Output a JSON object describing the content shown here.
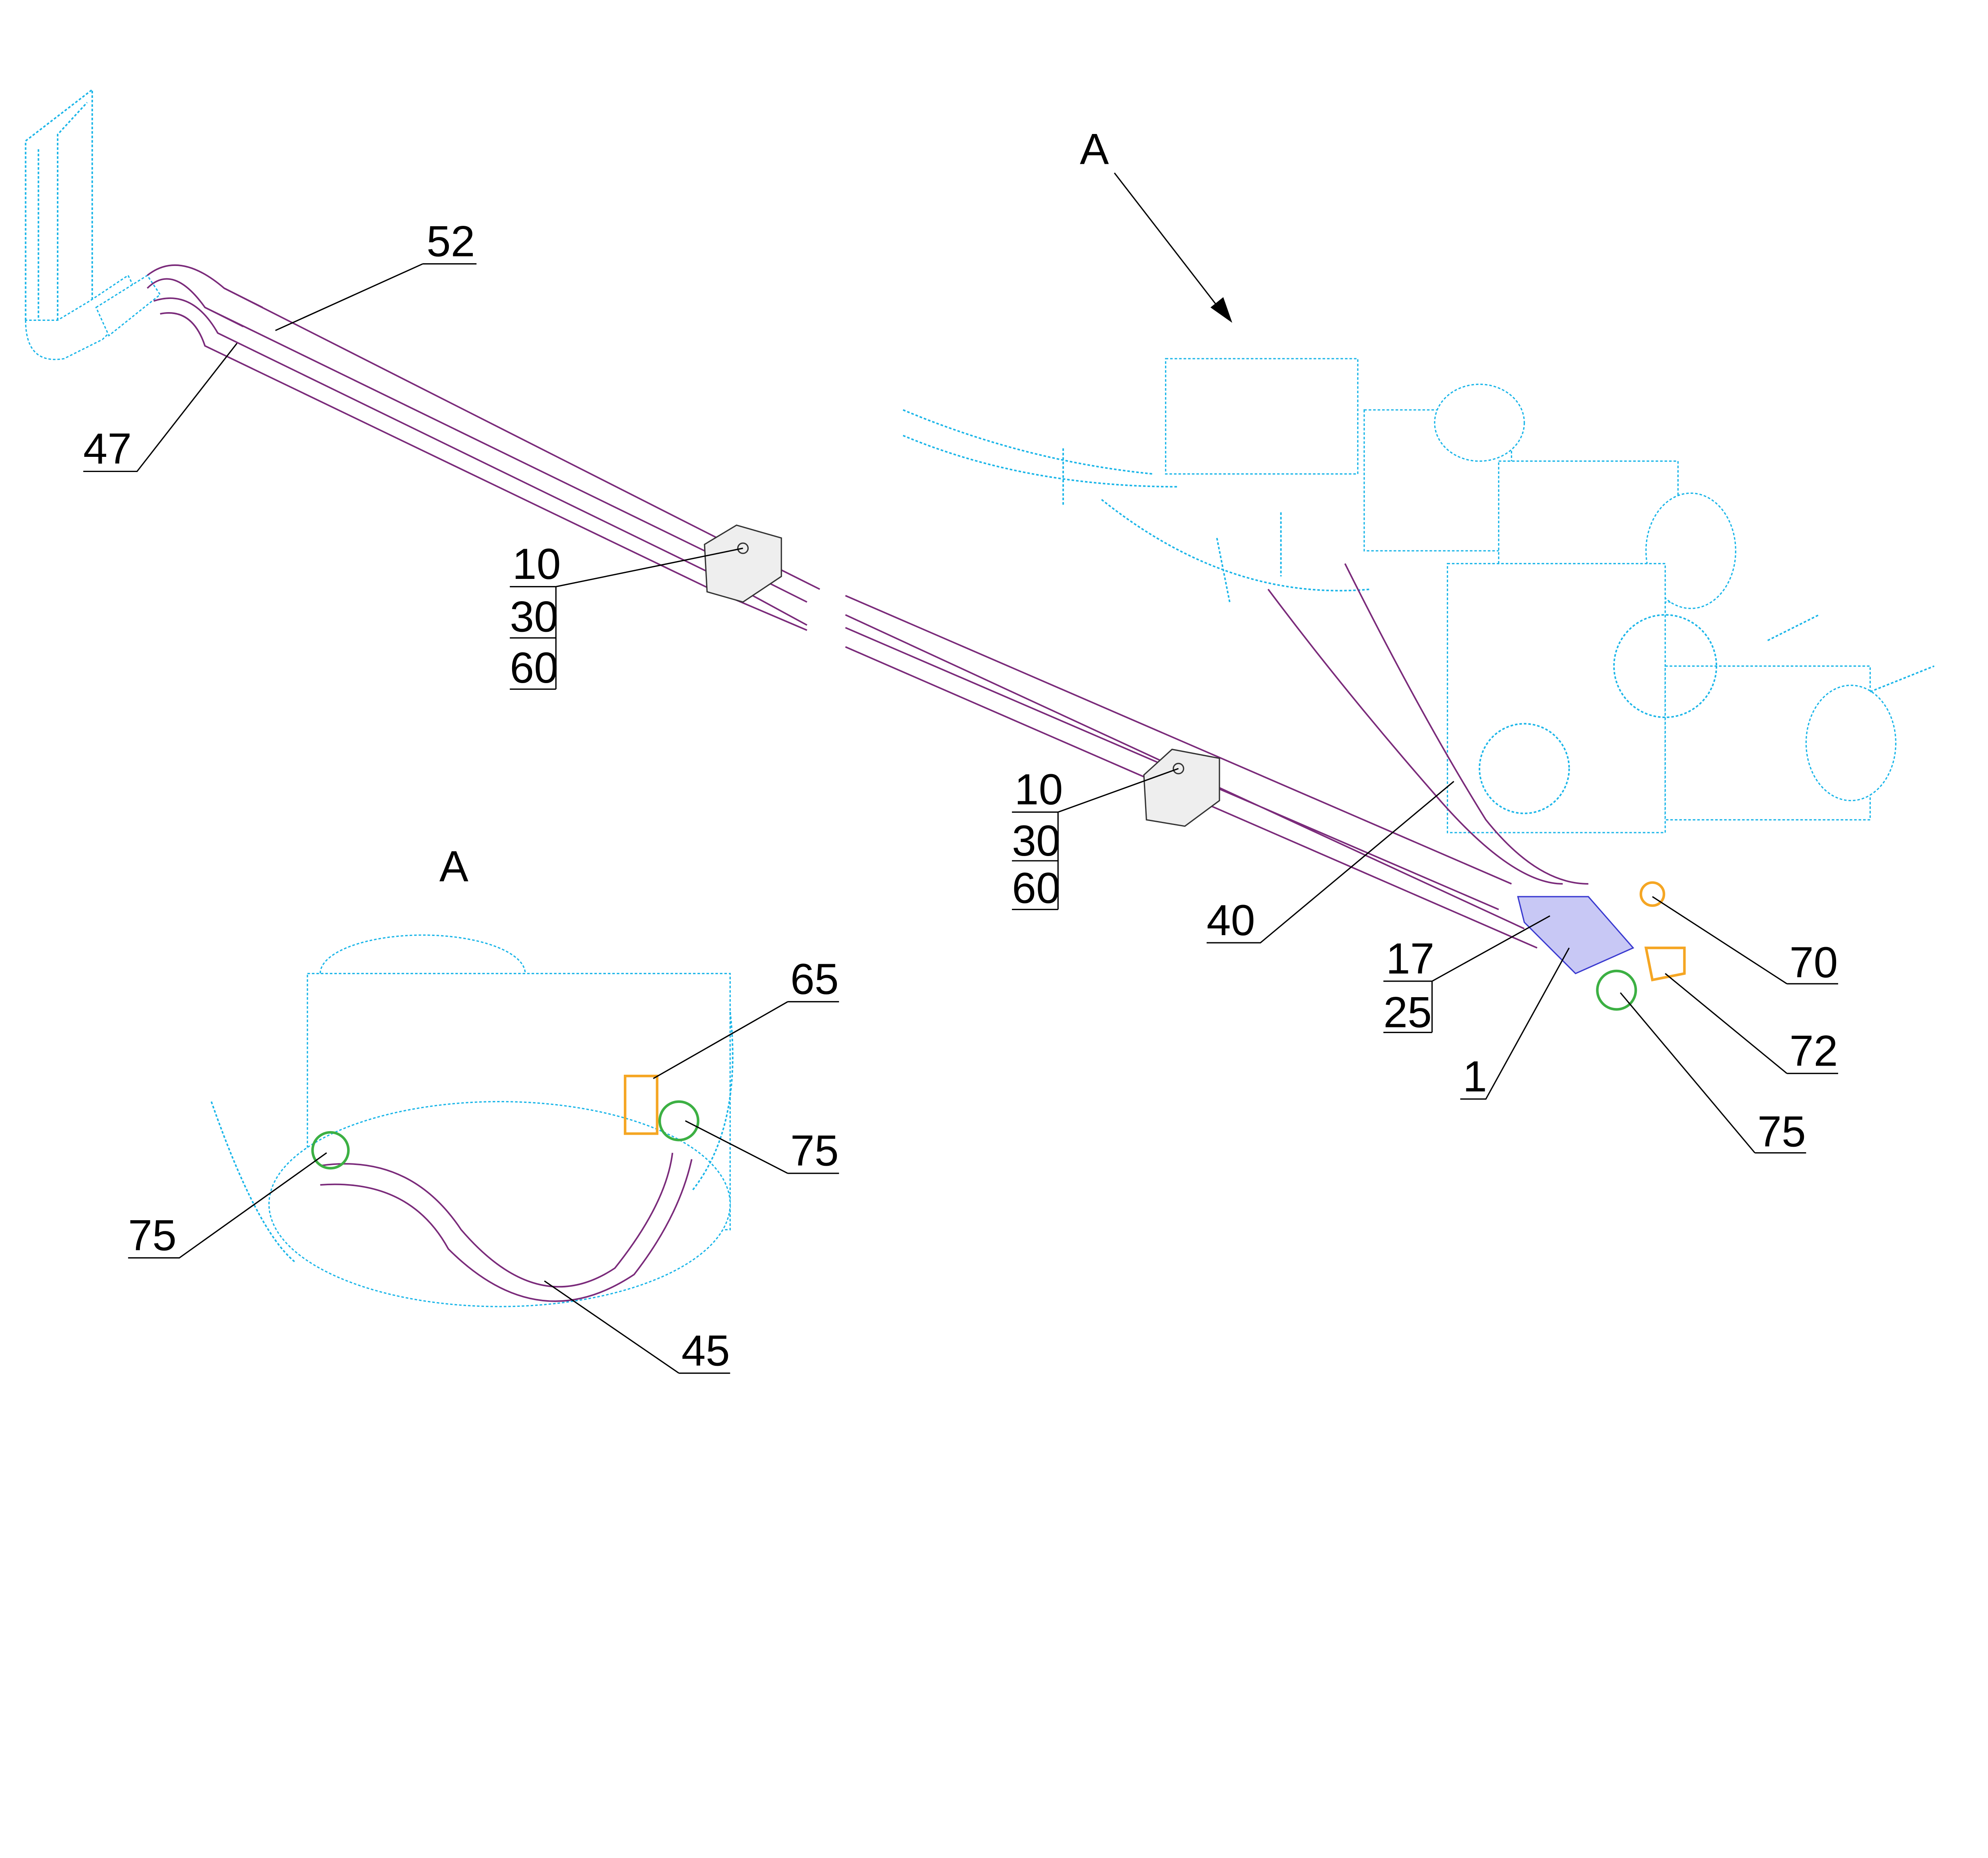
{
  "view_labels": {
    "main_view": "A",
    "detail_view": "A"
  },
  "callouts": {
    "c52": "52",
    "c47": "47",
    "clamp1": [
      "10",
      "30",
      "60"
    ],
    "clamp2": [
      "10",
      "30",
      "60"
    ],
    "c40": "40",
    "c17_25": [
      "17",
      "25"
    ],
    "c1": "1",
    "c70": "70",
    "c72": "72",
    "c75_main": "75",
    "c65": "65",
    "c75_detail_right": "75",
    "c75_detail_left": "75",
    "c45": "45"
  },
  "colors": {
    "hose": "#7a2a7a",
    "equipment": "#19b5e8",
    "fitting_orange": "#f5a623",
    "fitting_green": "#3cb043",
    "valve_blue": "#3a3ad0"
  }
}
